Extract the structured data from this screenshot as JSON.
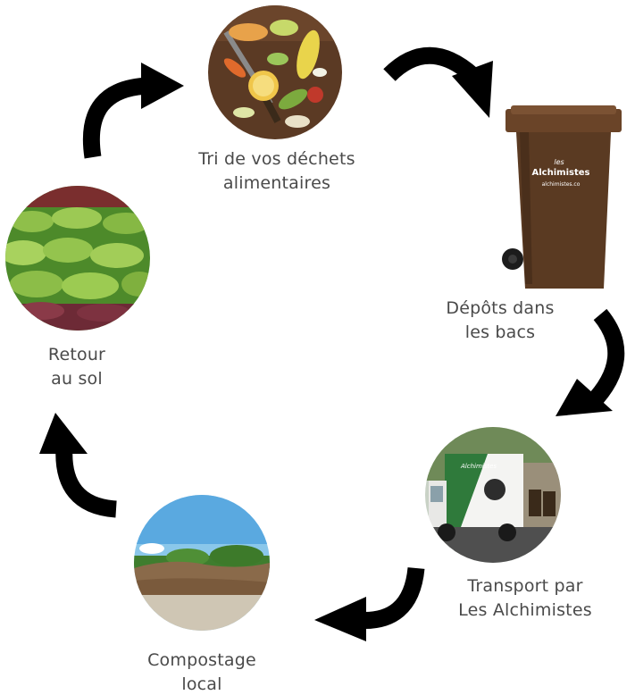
{
  "steps": [
    {
      "id": "tri",
      "line1": "Tri de vos déchets",
      "line2": "alimentaires",
      "image": "food-scraps-photo"
    },
    {
      "id": "depot",
      "line1": "Dépôts dans",
      "line2": "les bacs",
      "image": "brown-green-bin"
    },
    {
      "id": "transport",
      "line1": "Transport par",
      "line2": "Les Alchimistes",
      "image": "delivery-truck-photo"
    },
    {
      "id": "compost",
      "line1": "Compostage",
      "line2": "local",
      "image": "compost-pile-photo"
    },
    {
      "id": "retour",
      "line1": "Retour",
      "line2": "au sol",
      "image": "lettuce-field-photo"
    }
  ],
  "bin_text": {
    "brand_small": "les",
    "brand": "Alchimistes",
    "url": "alchimistes.co"
  },
  "truck_text": {
    "brand": "Alchimistes"
  },
  "colors": {
    "label": "#4a4a4a",
    "arrow": "#000000",
    "bin": "#5a3a22",
    "truck_green": "#2f7a3b"
  }
}
